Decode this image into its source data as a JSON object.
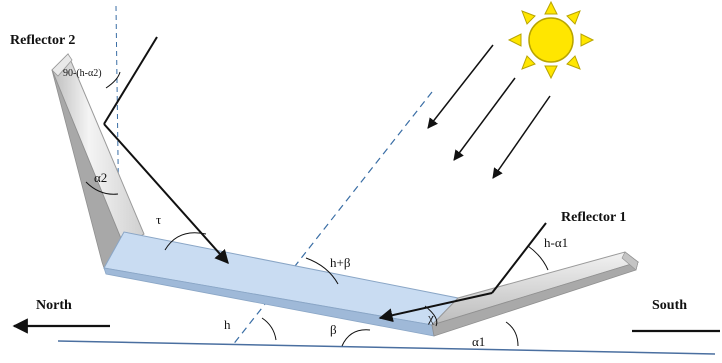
{
  "labels": {
    "reflector2": "Reflector 2",
    "reflector1": "Reflector 1",
    "north": "North",
    "south": "South",
    "angle_r2_top": "90-(h-α2)",
    "alpha2": "α2",
    "tau": "τ",
    "h_plus_beta": "h+β",
    "h_minus_alpha1": "h-α1",
    "h": "h",
    "beta": "β",
    "chi": "χ",
    "alpha1": "α1"
  },
  "colors": {
    "sun_fill": "#ffe600",
    "sun_stroke": "#b8a400",
    "absorber_fill": "#c9dcf2",
    "reflector_fill": "#d8d8d8",
    "dashed_line": "#3a6ea5",
    "ground_line": "#4a6fa0",
    "ray": "#111111"
  }
}
